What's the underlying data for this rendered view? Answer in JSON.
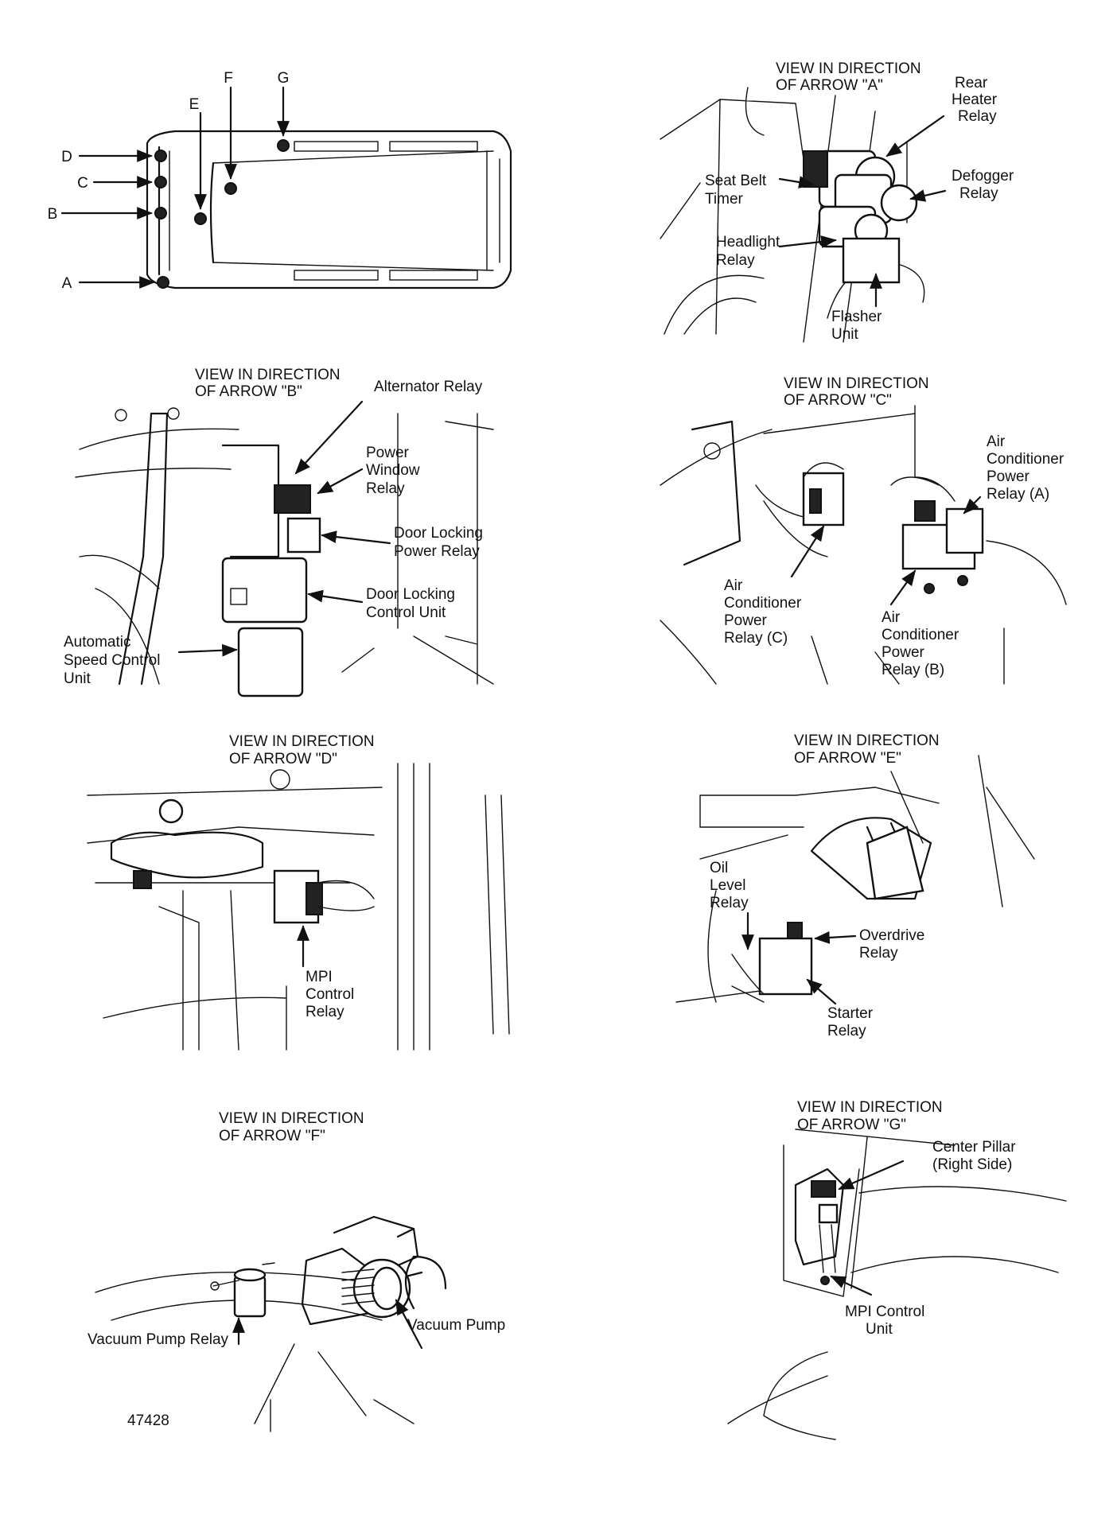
{
  "figure_number": "47428",
  "key_view": {
    "letters": [
      "A",
      "B",
      "C",
      "D",
      "E",
      "F",
      "G"
    ]
  },
  "panels": {
    "a": {
      "header": [
        "VIEW IN DIRECTION",
        "OF ARROW \"A\""
      ],
      "labels": {
        "rear_heater_relay": [
          "Rear",
          "Heater",
          "Relay"
        ],
        "seat_belt_timer": [
          "Seat Belt",
          "Timer"
        ],
        "defogger_relay": [
          "Defogger",
          "Relay"
        ],
        "headlight_relay": [
          "Headlight",
          "Relay"
        ],
        "flasher_unit": [
          "Flasher",
          "Unit"
        ]
      }
    },
    "b": {
      "header": [
        "VIEW IN DIRECTION",
        "OF ARROW \"B\""
      ],
      "labels": {
        "alternator_relay": [
          "Alternator Relay"
        ],
        "power_window_relay": [
          "Power",
          "Window",
          "Relay"
        ],
        "door_locking_power_relay": [
          "Door Locking",
          "Power Relay"
        ],
        "door_locking_control_unit": [
          "Door Locking",
          "Control Unit"
        ],
        "automatic_speed_control_unit": [
          "Automatic",
          "Speed Control",
          "Unit"
        ]
      }
    },
    "c": {
      "header": [
        "VIEW IN DIRECTION",
        "OF ARROW \"C\""
      ],
      "labels": {
        "ac_power_relay_a": [
          "Air",
          "Conditioner",
          "Power",
          "Relay (A)"
        ],
        "ac_power_relay_c": [
          "Air",
          "Conditioner",
          "Power",
          "Relay (C)"
        ],
        "ac_power_relay_b": [
          "Air",
          "Conditioner",
          "Power",
          "Relay (B)"
        ]
      }
    },
    "d": {
      "header": [
        "VIEW IN DIRECTION",
        "OF ARROW \"D\""
      ],
      "labels": {
        "mpi_control_relay": [
          "MPI",
          "Control",
          "Relay"
        ]
      }
    },
    "e": {
      "header": [
        "VIEW IN DIRECTION",
        "OF ARROW \"E\""
      ],
      "labels": {
        "oil_level_relay": [
          "Oil",
          "Level",
          "Relay"
        ],
        "overdrive_relay": [
          "Overdrive",
          "Relay"
        ],
        "starter_relay": [
          "Starter",
          "Relay"
        ]
      }
    },
    "f": {
      "header": [
        "VIEW IN DIRECTION",
        "OF ARROW \"F\""
      ],
      "labels": {
        "vacuum_pump_relay": [
          "Vacuum Pump Relay"
        ],
        "vacuum_pump": [
          "Vacuum Pump"
        ]
      }
    },
    "g": {
      "header": [
        "VIEW IN DIRECTION",
        "OF ARROW \"G\""
      ],
      "labels": {
        "center_pillar": [
          "Center Pillar",
          "(Right Side)"
        ],
        "mpi_control_unit": [
          "MPI Control",
          "Unit"
        ]
      }
    }
  }
}
